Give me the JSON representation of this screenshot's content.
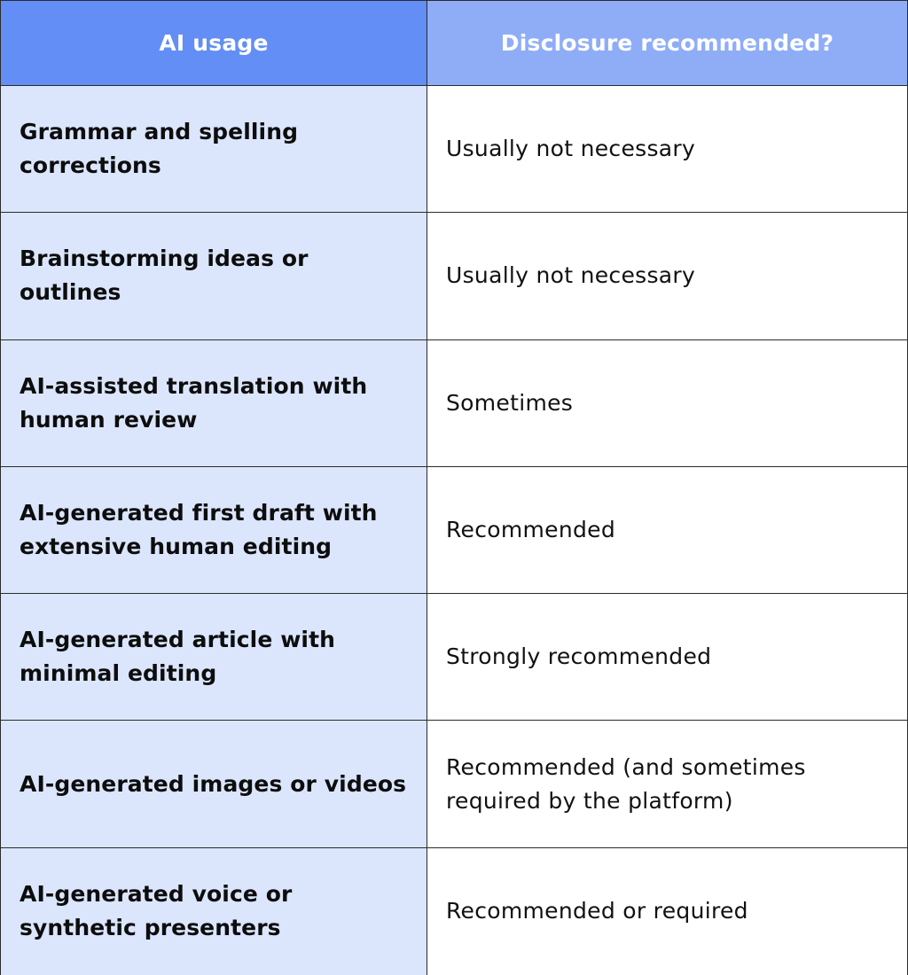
{
  "header": {
    "usage": "AI usage",
    "disclosure": "Disclosure recommended?"
  },
  "rows": [
    {
      "usage": "Grammar and spelling corrections",
      "disclosure": "Usually not necessary"
    },
    {
      "usage": "Brainstorming ideas or outlines",
      "disclosure": "Usually not necessary"
    },
    {
      "usage": "AI-assisted translation with human review",
      "disclosure": "Sometimes"
    },
    {
      "usage": "AI-generated first draft with extensive human editing",
      "disclosure": "Recommended"
    },
    {
      "usage": "AI-generated article with minimal editing",
      "disclosure": "Strongly recommended"
    },
    {
      "usage": "AI-generated images or videos",
      "disclosure": "Recommended (and sometimes required by the platform)"
    },
    {
      "usage": "AI-generated voice or synthetic presenters",
      "disclosure": "Recommended or required"
    }
  ],
  "colors": {
    "header_left": "#628ef5",
    "header_right": "#8fadf7",
    "usage_column": "#dbe6fd",
    "border": "#2b2b2b"
  }
}
